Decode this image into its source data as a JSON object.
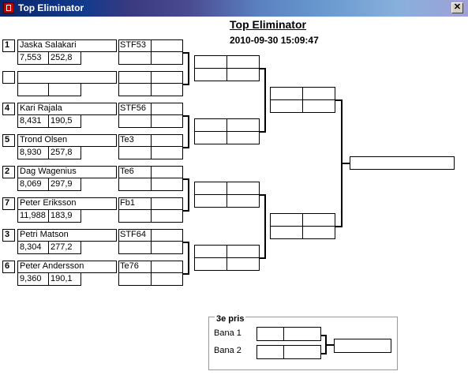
{
  "window": {
    "title": "Top Eliminator",
    "close_glyph": "✕"
  },
  "header": {
    "title": "Top Eliminator",
    "datetime": "2010-09-30 15:09:47"
  },
  "round1": [
    {
      "seed": "1",
      "name": "Jaska Salakari",
      "et": "7,553",
      "speed": "252,8",
      "class": "STF53"
    },
    {
      "seed": "",
      "name": "",
      "et": "",
      "speed": "",
      "class": ""
    },
    {
      "seed": "4",
      "name": "Kari Rajala",
      "et": "8,431",
      "speed": "190,5",
      "class": "STF56"
    },
    {
      "seed": "5",
      "name": "Trond Olsen",
      "et": "8,930",
      "speed": "257,8",
      "class": "Te3"
    },
    {
      "seed": "2",
      "name": "Dag Wagenius",
      "et": "8,069",
      "speed": "297,9",
      "class": "Te6"
    },
    {
      "seed": "7",
      "name": "Peter Eriksson",
      "et": "11,988",
      "speed": "183,9",
      "class": "Fb1"
    },
    {
      "seed": "3",
      "name": "Petri Matson",
      "et": "8,304",
      "speed": "277,2",
      "class": "STF64"
    },
    {
      "seed": "6",
      "name": "Peter Andersson",
      "et": "9,360",
      "speed": "190,1",
      "class": "Te76"
    }
  ],
  "third_prize": {
    "label": "3e pris",
    "lane1": "Bana 1",
    "lane2": "Bana 2"
  },
  "icons": {
    "app": "app-logo-icon",
    "close": "close-icon"
  }
}
